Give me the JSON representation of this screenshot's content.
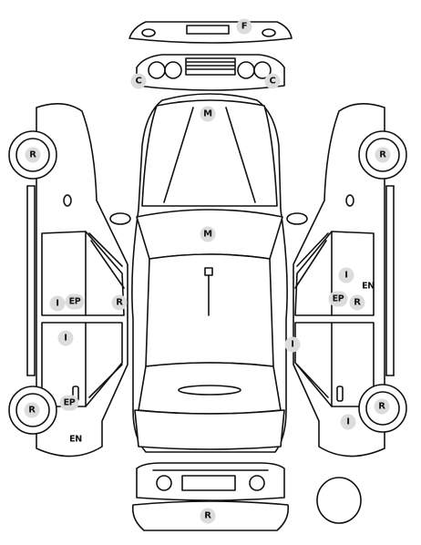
{
  "diagram": {
    "markers": [
      {
        "code": "F"
      },
      {
        "code": "C"
      },
      {
        "code": "C"
      },
      {
        "code": "M"
      },
      {
        "code": "M"
      },
      {
        "code": "R"
      },
      {
        "code": "R"
      },
      {
        "code": "R"
      },
      {
        "code": "R"
      },
      {
        "code": "R"
      },
      {
        "code": "R"
      },
      {
        "code": "R"
      },
      {
        "code": "I"
      },
      {
        "code": "I"
      },
      {
        "code": "I"
      },
      {
        "code": "I"
      },
      {
        "code": "I"
      },
      {
        "code": "EP"
      },
      {
        "code": "EP"
      },
      {
        "code": "EP"
      },
      {
        "code": "EN"
      },
      {
        "code": "EN"
      }
    ]
  }
}
